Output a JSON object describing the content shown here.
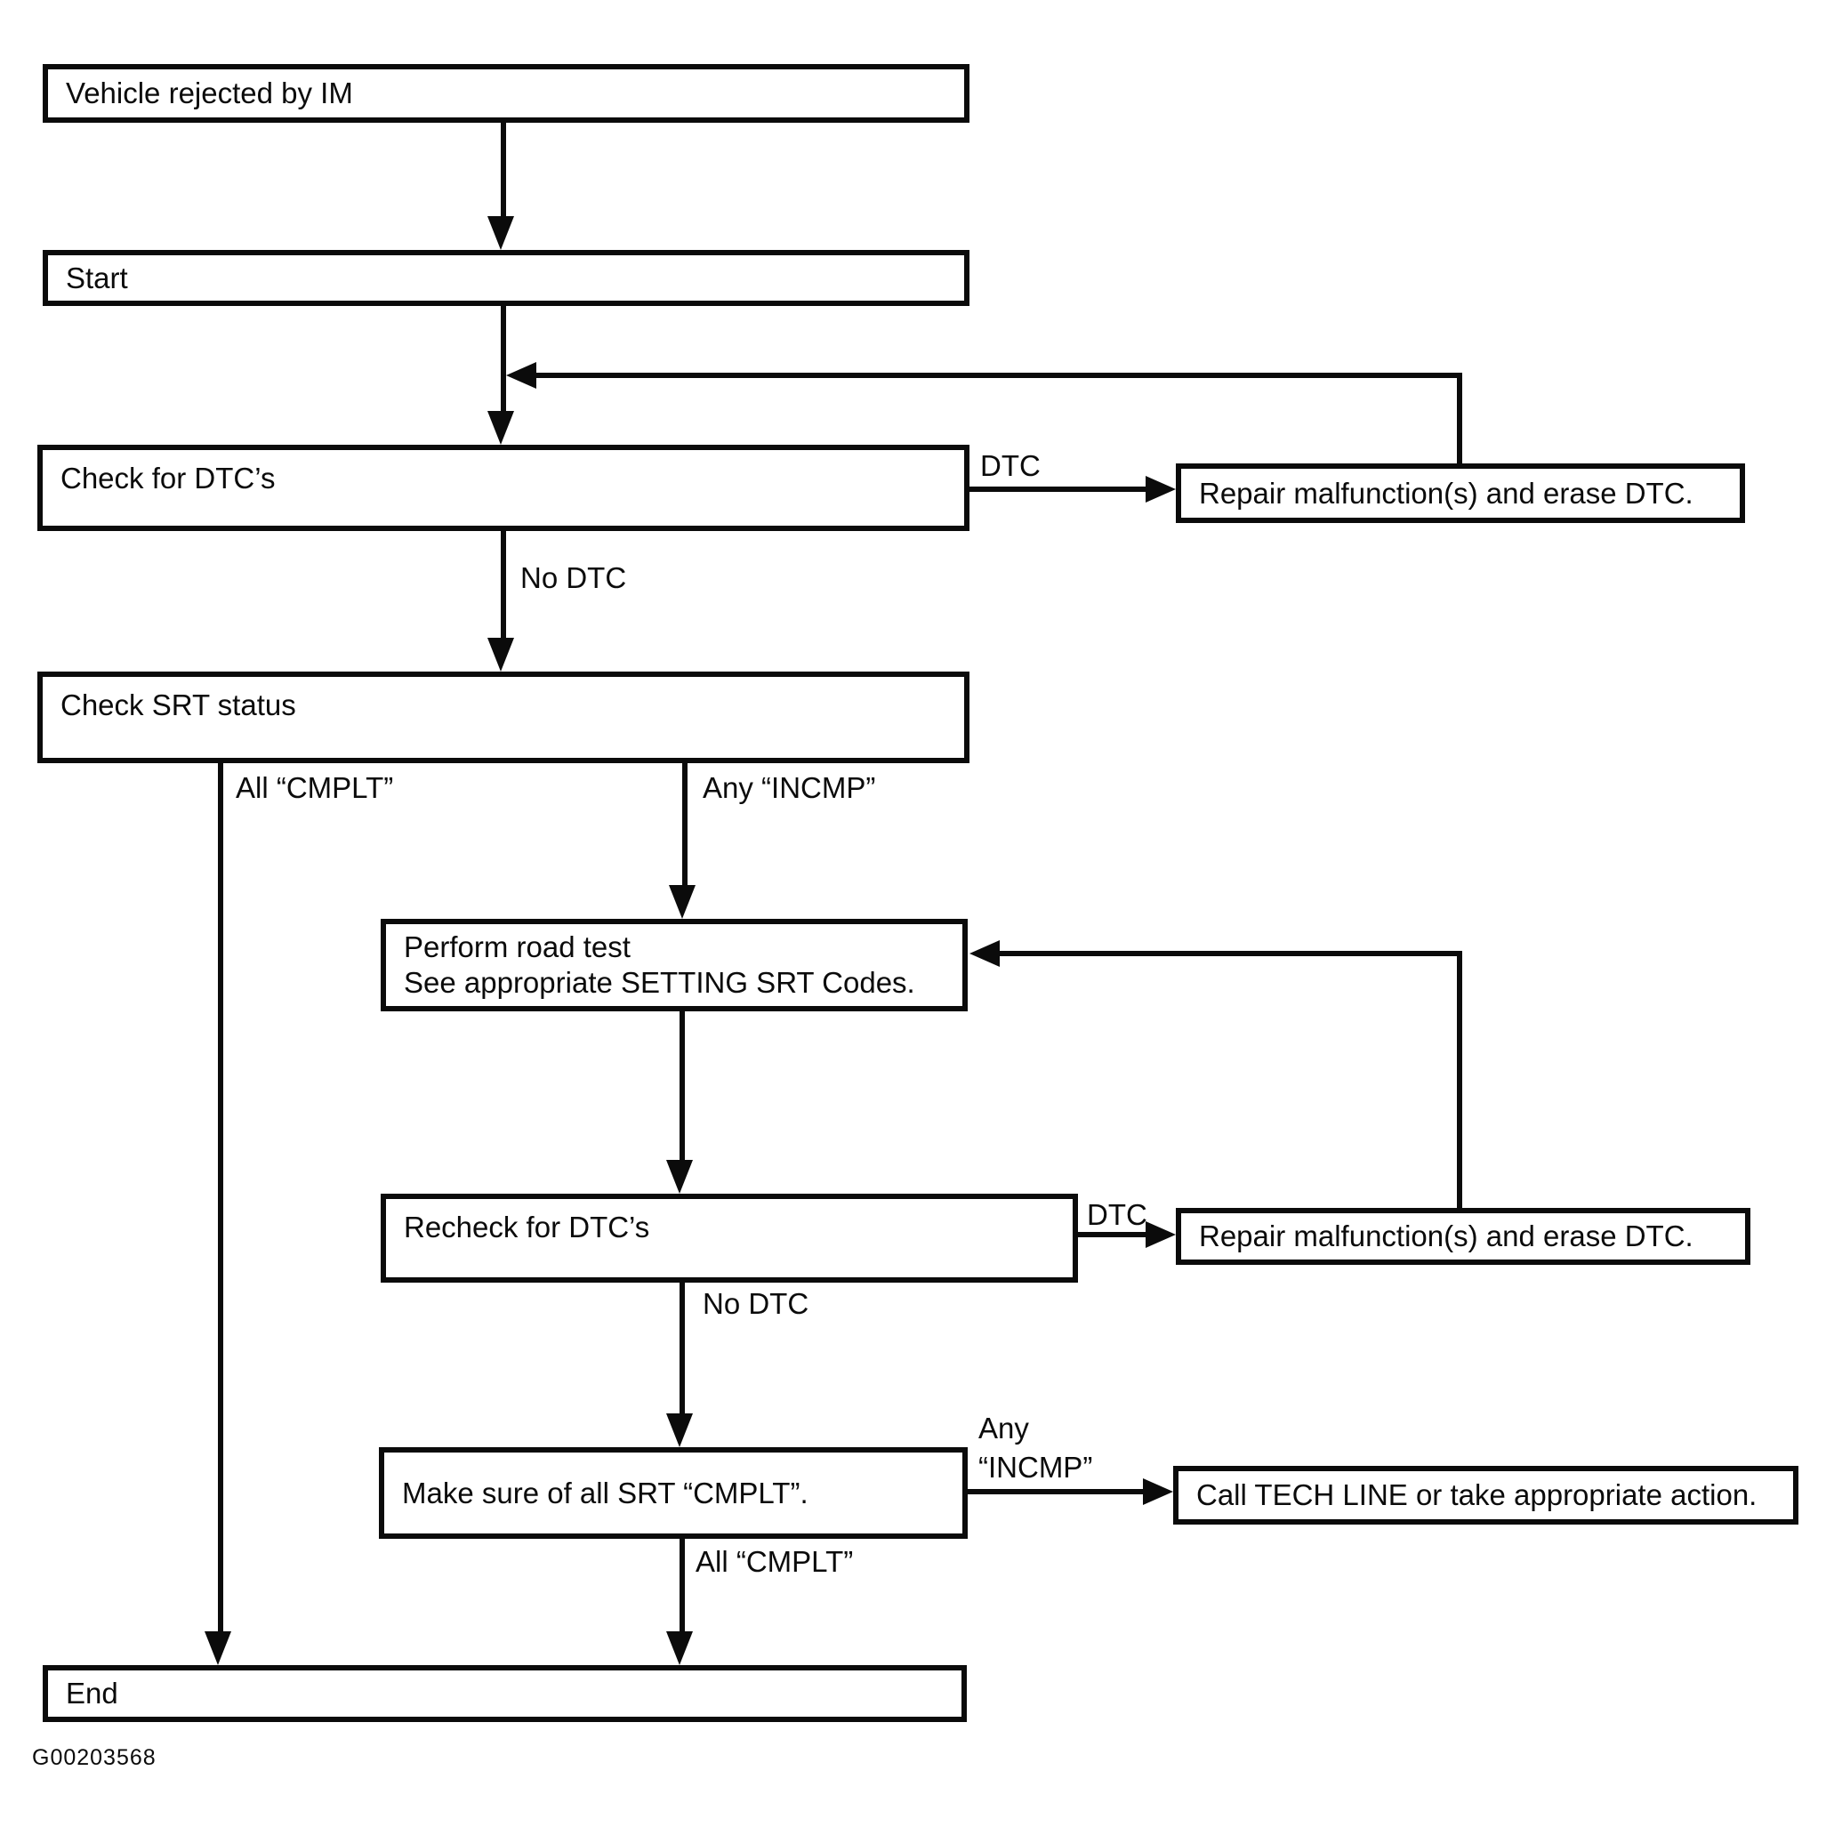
{
  "figure": {
    "caption": "G00203568"
  },
  "colors": {
    "line": "#0b0b0b",
    "background": "#ffffff",
    "text": "#0b0b0b"
  },
  "nodes": {
    "vehicle_rejected": {
      "label": "Vehicle rejected by IM"
    },
    "start": {
      "label": "Start"
    },
    "check_dtc": {
      "label": "Check for DTC’s"
    },
    "repair_erase_1": {
      "label": "Repair malfunction(s) and erase DTC."
    },
    "check_srt": {
      "label": "Check SRT status"
    },
    "road_test": {
      "line1": "Perform road test",
      "line2": "See appropriate SETTING SRT Codes."
    },
    "recheck_dtc": {
      "label": "Recheck for DTC’s"
    },
    "repair_erase_2": {
      "label": "Repair malfunction(s) and erase DTC."
    },
    "make_sure_srt": {
      "label": "Make sure of all SRT “CMPLT”."
    },
    "call_tech_line": {
      "label": "Call TECH LINE or take appropriate action."
    },
    "end": {
      "label": "End"
    }
  },
  "edges": {
    "dtc_1": "DTC",
    "no_dtc_1": "No DTC",
    "all_cmplt_1": "All “CMPLT”",
    "any_incmp_1": "Any “INCMP”",
    "dtc_2": "DTC",
    "no_dtc_2": "No DTC",
    "any_incmp_2_line1": "Any",
    "any_incmp_2_line2": "“INCMP”",
    "all_cmplt_2": "All “CMPLT”"
  }
}
